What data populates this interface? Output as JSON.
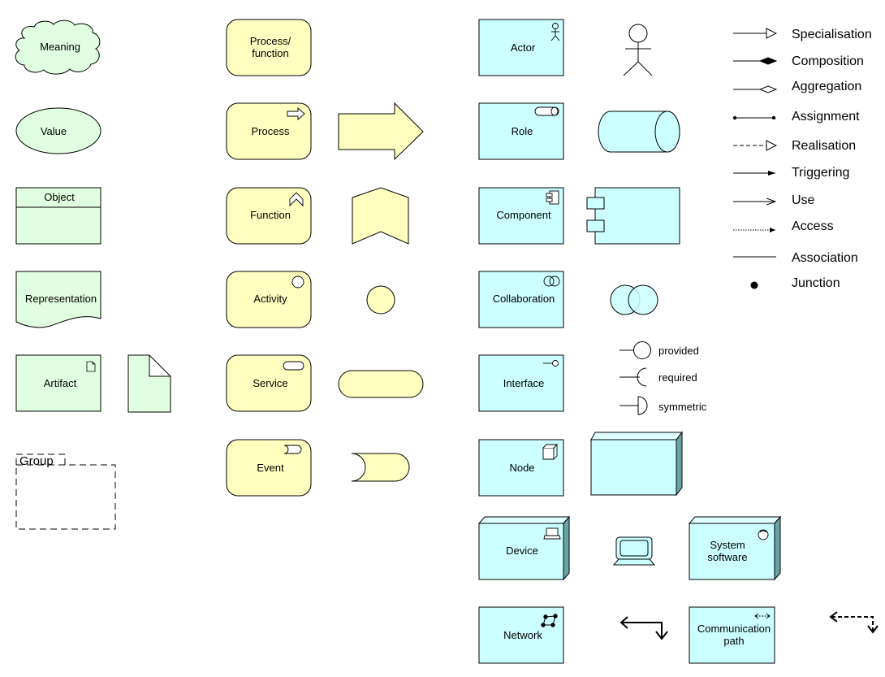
{
  "colors": {
    "business_fill": "#ffffc0",
    "passive_fill": "#e0ffe0",
    "app_fill": "#ccffff",
    "node_side": "#6aa3a3",
    "stroke": "#000000"
  },
  "passive": {
    "meaning": "Meaning",
    "value": "Value",
    "object": "Object",
    "representation": "Representation",
    "artifact": "Artifact",
    "group": "Group"
  },
  "behaviour": {
    "process_function": "Process/\nfunction",
    "process": "Process",
    "function": "Function",
    "activity": "Activity",
    "service": "Service",
    "event": "Event"
  },
  "active": {
    "actor": "Actor",
    "role": "Role",
    "component": "Component",
    "collaboration": "Collaboration",
    "interface": "Interface",
    "node": "Node",
    "device": "Device",
    "system_software": "System\nsoftware",
    "network": "Network",
    "communication_path": "Communication\npath"
  },
  "interfaces": {
    "provided": "provided",
    "required": "required",
    "symmetric": "symmetric"
  },
  "relations": [
    {
      "label": "Specialisation",
      "icon": "hollow-triangle-arrow-icon"
    },
    {
      "label": "Composition",
      "icon": "filled-diamond-icon"
    },
    {
      "label": "Aggregation",
      "icon": "hollow-diamond-icon"
    },
    {
      "label": "Assignment",
      "icon": "dot-ends-icon"
    },
    {
      "label": "Realisation",
      "icon": "dashed-hollow-triangle-icon"
    },
    {
      "label": "Triggering",
      "icon": "filled-arrow-icon"
    },
    {
      "label": "Use",
      "icon": "open-arrow-icon"
    },
    {
      "label": "Access",
      "icon": "dotted-arrow-icon"
    },
    {
      "label": "Association",
      "icon": "plain-line-icon"
    },
    {
      "label": "Junction",
      "icon": "junction-dot-icon"
    }
  ]
}
